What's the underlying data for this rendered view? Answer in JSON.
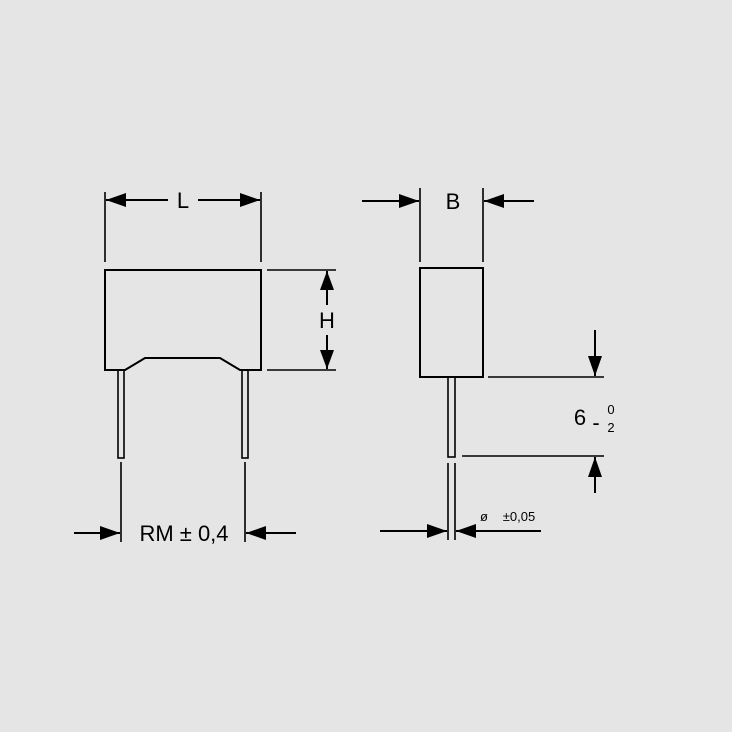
{
  "labels": {
    "length": "L",
    "width": "B",
    "height": "H",
    "pitch": "RM ± 0,4",
    "lead_length_value": "6",
    "lead_length_minus": "-",
    "lead_length_tol_upper": "0",
    "lead_length_tol_lower": "2",
    "diameter_symbol": "ø",
    "diameter_tolerance": "±0,05"
  },
  "colors": {
    "background": "#e5e5e5",
    "line": "#000000"
  }
}
